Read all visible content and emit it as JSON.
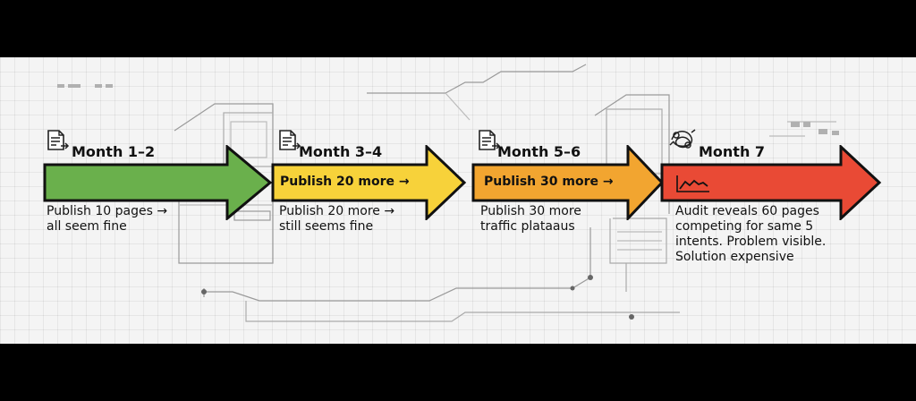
{
  "stages": [
    {
      "title": "Month 1–2",
      "arrow_label": "",
      "caption": [
        "Publish 10 pages →",
        "all seem fine"
      ],
      "color": "#6ab04c",
      "icon": "document-icon"
    },
    {
      "title": "Month 3–4",
      "arrow_label": "Publish 20 more →",
      "caption": [
        "Publish 20 more →",
        "still seems fine"
      ],
      "color": "#f7d23a",
      "icon": "document-icon"
    },
    {
      "title": "Month 5–6",
      "arrow_label": "Publish 30 more →",
      "caption": [
        "Publish 30 more",
        "traffic plataaus"
      ],
      "color": "#f2a530",
      "icon": "document-icon"
    },
    {
      "title": "Month 7",
      "arrow_label": "",
      "caption": [
        "Audit reveals 60 pages",
        "competing  for same 5",
        "intents. Problem visible.",
        "Solution expensive"
      ],
      "color": "#e94a35",
      "icon": "tangled-knot-icon"
    }
  ]
}
